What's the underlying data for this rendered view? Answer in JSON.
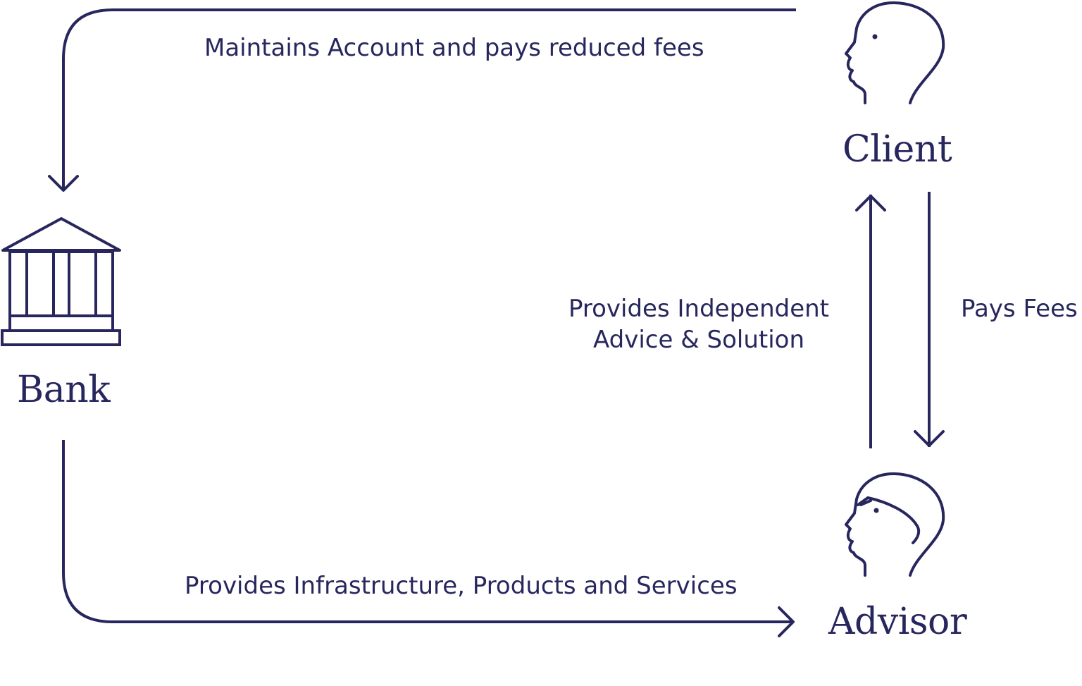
{
  "colors": {
    "primary": "#27275e",
    "background": "#ffffff"
  },
  "nodes": {
    "client": {
      "label": "Client",
      "icon": "person-head-icon"
    },
    "bank": {
      "label": "Bank",
      "icon": "bank-building-icon"
    },
    "advisor": {
      "label": "Advisor",
      "icon": "person-head-glasses-icon"
    }
  },
  "edges": {
    "client_to_bank": "Maintains Account and pays reduced fees",
    "bank_to_advisor": "Provides Infrastructure, Products and Services",
    "advisor_to_client": {
      "line1": "Provides Independent",
      "line2": "Advice & Solution"
    },
    "client_to_advisor": "Pays Fees"
  }
}
